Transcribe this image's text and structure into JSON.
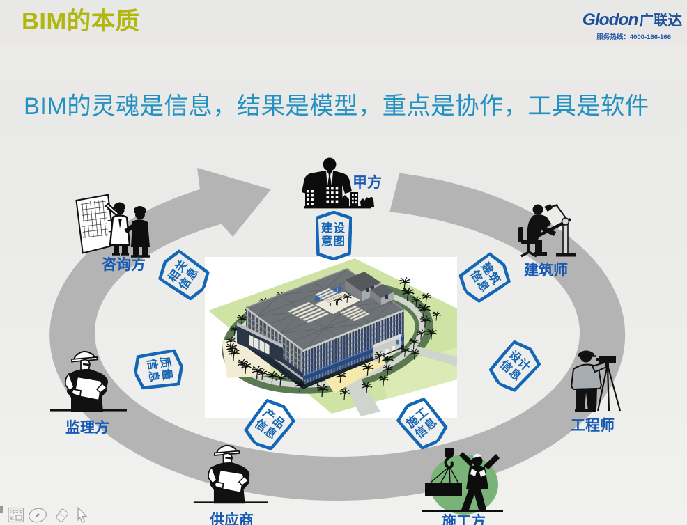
{
  "slide": {
    "title": "BIM的本质",
    "headline": "BIM的灵魂是信息，结果是模型，重点是协作，工具是软件"
  },
  "logo": {
    "latin": "Glodon",
    "cjk": "广联达",
    "hotline": "服务热线：4000-166-166"
  },
  "roles": {
    "client": "甲方",
    "consultant": "咨询方",
    "architect": "建筑师",
    "engineer": "工程师",
    "supervisor": "监理方",
    "supplier": "供应商",
    "contractor": "施工方"
  },
  "badges": {
    "intent": {
      "line1": "建设",
      "line2": "意图"
    },
    "related": {
      "line1": "相关",
      "line2": "信息"
    },
    "building": {
      "line1": "建筑",
      "line2": "信息"
    },
    "design": {
      "line1": "设计",
      "line2": "信息"
    },
    "construction": {
      "line1": "施工",
      "line2": "信息"
    },
    "product": {
      "line1": "产品",
      "line2": "信息"
    },
    "quality": {
      "line1": "质量",
      "line2": "信息"
    }
  },
  "toolbar": {
    "icons": [
      "slide-menu",
      "pen",
      "eraser",
      "pointer"
    ]
  },
  "colors": {
    "title": "#b0b70f",
    "headline": "#2e96c9",
    "label_blue": "#1659b4",
    "badge_blue": "#1467b6",
    "logo_blue": "#1d4f9c",
    "arrow_gray": "#b4b4b4"
  }
}
